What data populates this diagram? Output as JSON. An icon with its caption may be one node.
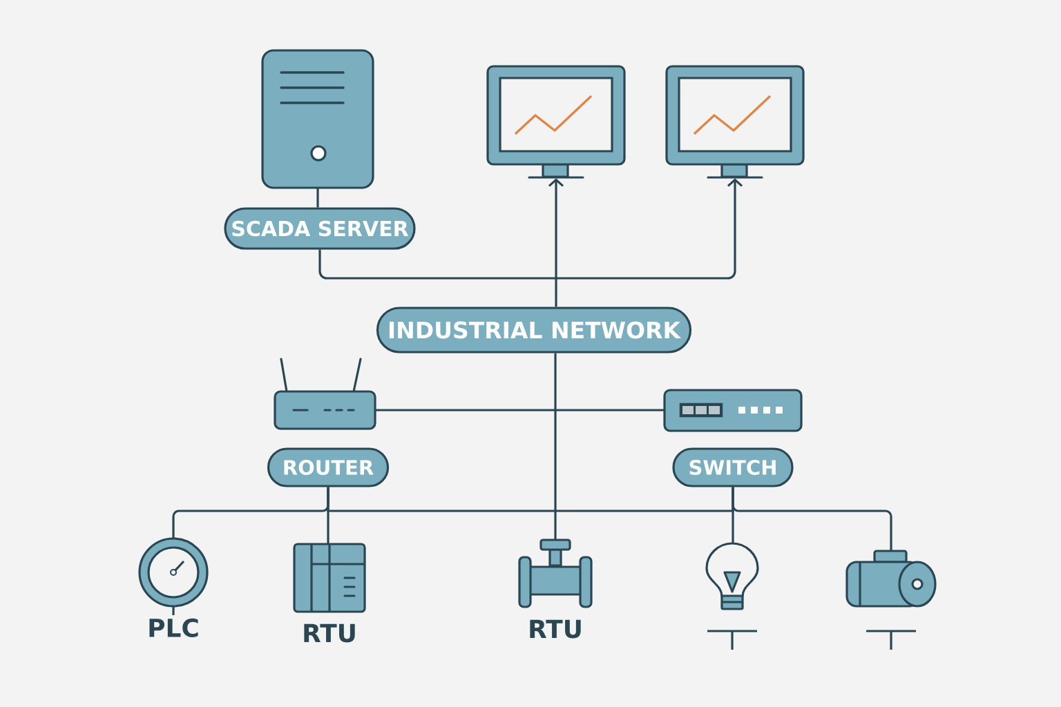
{
  "diagram": {
    "nodes": [
      {
        "text": [],
        "shape": "picture"
      },
      {
        "text": [
          "SCADA SERVER"
        ]
      },
      {
        "text": [],
        "shape": "picture"
      },
      {
        "text": [],
        "shape": "picture"
      },
      {
        "text": [
          "INDUSTRIAL NETWORK"
        ]
      },
      {
        "text": [],
        "shape": "picture"
      },
      {
        "text": [
          "ROUTER"
        ]
      },
      {
        "text": [],
        "shape": "picture"
      },
      {
        "text": [
          "SWITCH"
        ]
      },
      {
        "text": [],
        "shape": "picture",
        "beside": [
          "PLC"
        ]
      },
      {
        "text": [],
        "shape": "picture",
        "beside": [
          "RTU"
        ]
      },
      {
        "text": [],
        "shape": "picture",
        "beside": [
          "RTU"
        ]
      },
      {
        "text": [],
        "shape": "picture"
      },
      {
        "text": [],
        "shape": "picture"
      }
    ],
    "edges": [
      {
        "from": 0,
        "to": 1,
        "arrow": "none"
      },
      {
        "from": 1,
        "to": 3,
        "arrow": "to"
      },
      {
        "from": 4,
        "to": 2,
        "arrow": "to"
      },
      {
        "from": 11,
        "to": 4,
        "arrow": "none"
      },
      {
        "from": 5,
        "to": 7,
        "arrow": "none"
      },
      {
        "from": 6,
        "to": 9,
        "arrow": "none"
      },
      {
        "from": 6,
        "to": 10,
        "arrow": "none"
      },
      {
        "from": 6,
        "to": 8,
        "arrow": "none"
      },
      {
        "from": 8,
        "to": 12,
        "arrow": "none"
      },
      {
        "from": 8,
        "to": 13,
        "arrow": "none"
      }
    ]
  }
}
